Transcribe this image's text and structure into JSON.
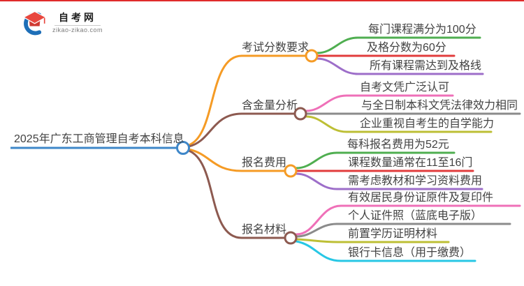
{
  "logo": {
    "title": "自考网",
    "domain": "zikao-zikao.com"
  },
  "root": {
    "label": "2025年广东工商管理自考本科信息",
    "color": "#3e87c9"
  },
  "branches": [
    {
      "label": "考试分数要求",
      "color": "#f59b25",
      "children": [
        {
          "label": "每门课程满分为100分",
          "color": "#4fae50"
        },
        {
          "label": "及格分数为60分",
          "color": "#e23c3c"
        },
        {
          "label": "所有课程需达到及格线",
          "color": "#9d6ec9"
        }
      ]
    },
    {
      "label": "含金量分析",
      "color": "#8d5a50",
      "children": [
        {
          "label": "自考文凭广泛认可",
          "color": "#ef70b8"
        },
        {
          "label": "与全日制本科文凭法律效力相同",
          "color": "#8b8b8b"
        },
        {
          "label": "企业重视自考生的自学能力",
          "color": "#bdbf35"
        }
      ]
    },
    {
      "label": "报名费用",
      "color": "#f59b25",
      "children": [
        {
          "label": "每科报名费用为52元",
          "color": "#4fae50"
        },
        {
          "label": "课程数量通常在11至16门",
          "color": "#e23c3c"
        },
        {
          "label": "需考虑教材和学习资料费用",
          "color": "#9d6ec9"
        }
      ]
    },
    {
      "label": "报名材料",
      "color": "#8d5a50",
      "children": [
        {
          "label": "有效居民身份证原件及复印件",
          "color": "#ef70b8"
        },
        {
          "label": "个人证件照（蓝底电子版）",
          "color": "#8b8b8b"
        },
        {
          "label": "前置学历证明材料",
          "color": "#bdbf35"
        },
        {
          "label": "银行卡信息（用于缴费）",
          "color": "#27c7e5"
        }
      ]
    }
  ],
  "accents": {
    "top_border": "#e02b2b",
    "logo_blue": "#1e6fb8",
    "logo_red": "#e8473f"
  }
}
